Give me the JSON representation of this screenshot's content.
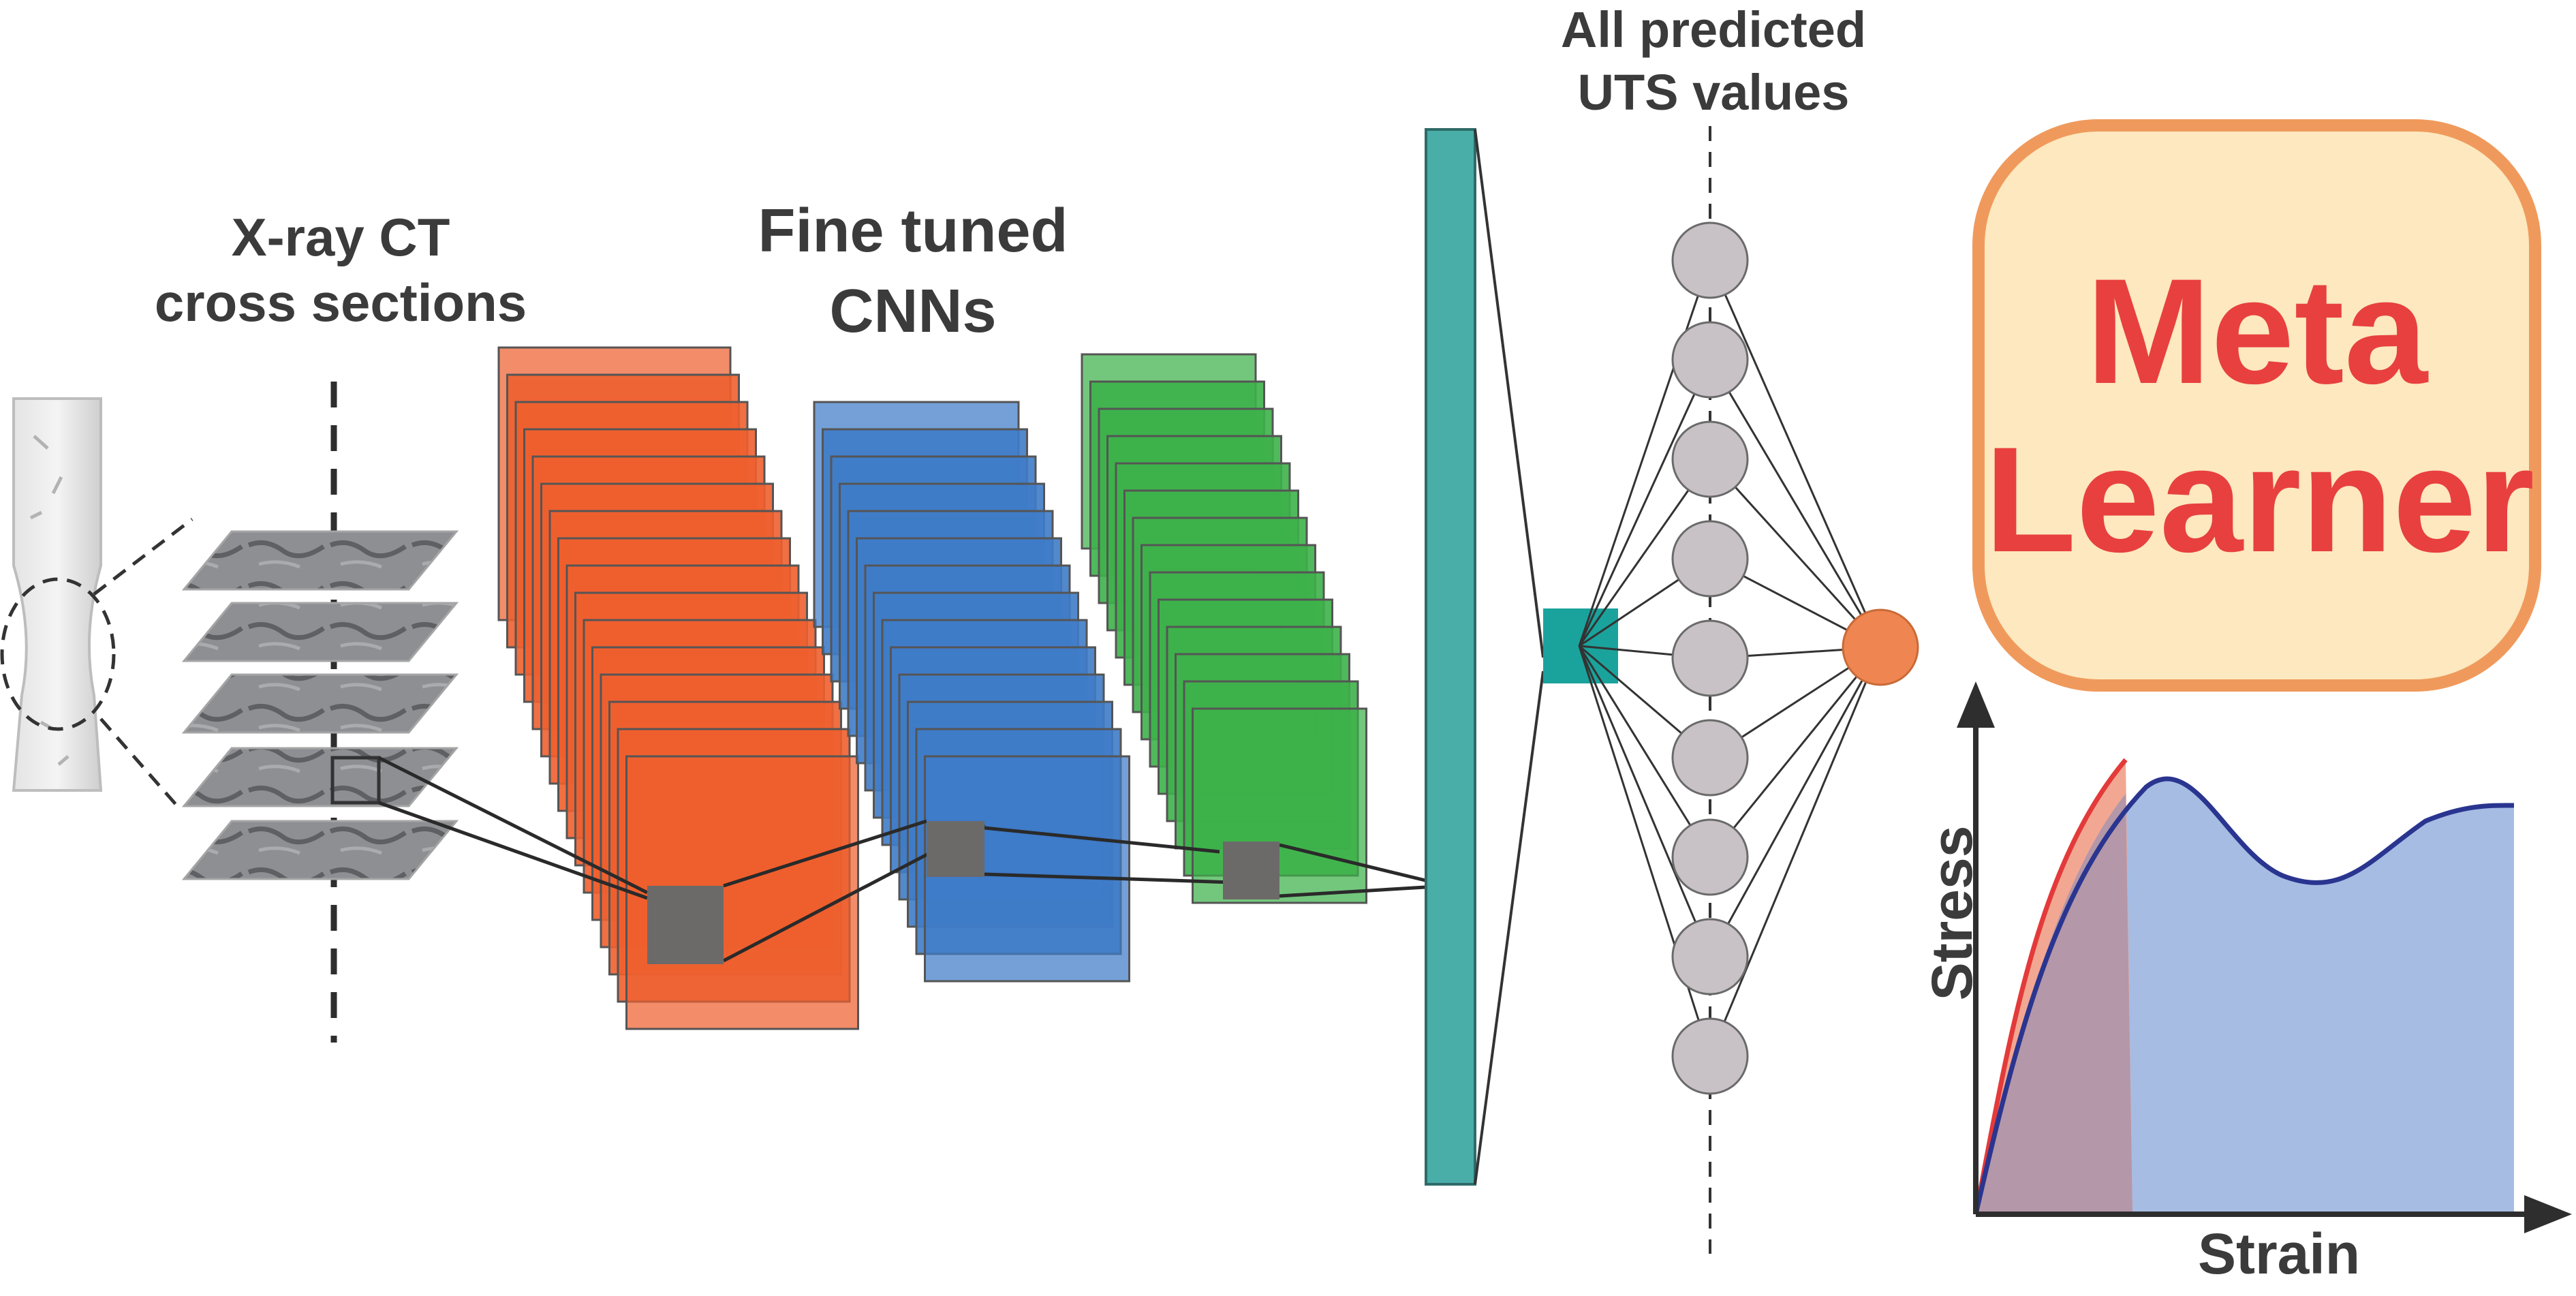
{
  "labels": {
    "ct_line1": "X-ray CT",
    "ct_line2": "cross sections",
    "cnn_line1": "Fine tuned",
    "cnn_line2": "CNNs",
    "pred_line1": "All predicted",
    "pred_line2": "UTS values",
    "meta_line1": "Meta",
    "meta_line2": "Learner",
    "y_axis": "Stress",
    "x_axis": "Strain"
  },
  "colors": {
    "orange_stack": "#ee5f2f",
    "blue_stack": "#3f7cc8",
    "green_stack": "#3db14a",
    "dense_layer": "#49ada8",
    "hidden_node": "#c8c2c6",
    "output_node": "#ef8550",
    "meta_text": "#e8403f",
    "meta_fill": "#fde8bf",
    "meta_border": "#ef9a5c",
    "curve_red": "#e43a3a",
    "curve_blue": "#2a3590",
    "area_blue": "#a6bce3",
    "area_red": "#f2a792"
  },
  "network": {
    "cnn_stacks": 3,
    "hidden_nodes": 9,
    "output_nodes": 1
  }
}
